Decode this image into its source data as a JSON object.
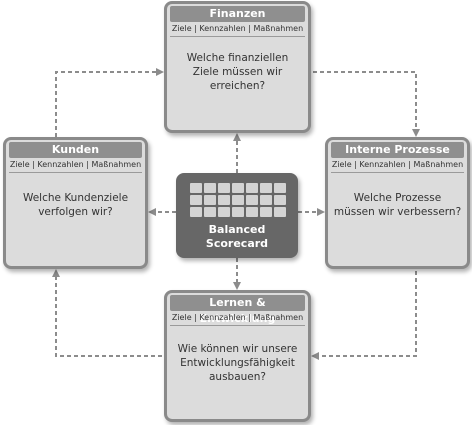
{
  "center": {
    "line1": "Balanced",
    "line2": "Scorecard"
  },
  "perspectives": {
    "finanzen": {
      "title": "Finanzen",
      "subtitle": "Ziele | Kennzahlen | Maßnahmen",
      "question": [
        "Welche finanziellen",
        "Ziele müssen wir",
        "erreichen?"
      ]
    },
    "kunden": {
      "title": "Kunden",
      "subtitle": "Ziele | Kennzahlen | Maßnahmen",
      "question": [
        "Welche Kundenziele",
        "verfolgen wir?"
      ]
    },
    "prozesse": {
      "title": "Interne Prozesse",
      "subtitle": "Ziele | Kennzahlen | Maßnahmen",
      "question": [
        "Welche Prozesse",
        "müssen wir verbessern?"
      ]
    },
    "lernen": {
      "title": "Lernen & Entwicklung",
      "subtitle": "Ziele | Kennzahlen | Maßnahmen",
      "question": [
        "Wie können wir unsere",
        "Entwicklungsfähigkeit",
        "ausbauen?"
      ]
    }
  },
  "colors": {
    "box_fill": "#dcdcdc",
    "box_border": "#8a8a8a",
    "header": "#8f8f8f",
    "center": "#676767",
    "connector": "#8c8c8c"
  }
}
